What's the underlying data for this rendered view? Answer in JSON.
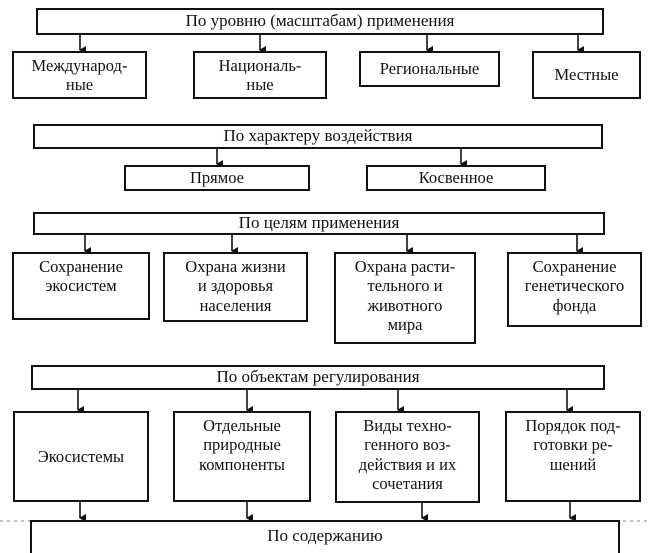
{
  "sections": [
    {
      "header": "По уровню (масштабам) применения",
      "items": [
        "Международ-\nные",
        "Националь-\nные",
        "Региональные",
        "Местные"
      ]
    },
    {
      "header": "По характеру воздействия",
      "items": [
        "Прямое",
        "Косвенное"
      ]
    },
    {
      "header": "По целям применения",
      "items": [
        "Сохранение\nэкосистем",
        "Охрана жизни\nи здоровья\nнаселения",
        "Охрана расти-\nтельного и\nживотного\nмира",
        "Сохранение\nгенетического\nфонда"
      ]
    },
    {
      "header": "По объектам регулирования",
      "items": [
        "Экосистемы",
        "Отдельные\nприродные\nкомпоненты",
        "Виды техно-\nгенного воз-\nдействия и их\nсочетания",
        "Порядок под-\nготовки ре-\nшений"
      ]
    },
    {
      "header": "По содержанию",
      "items": []
    }
  ]
}
